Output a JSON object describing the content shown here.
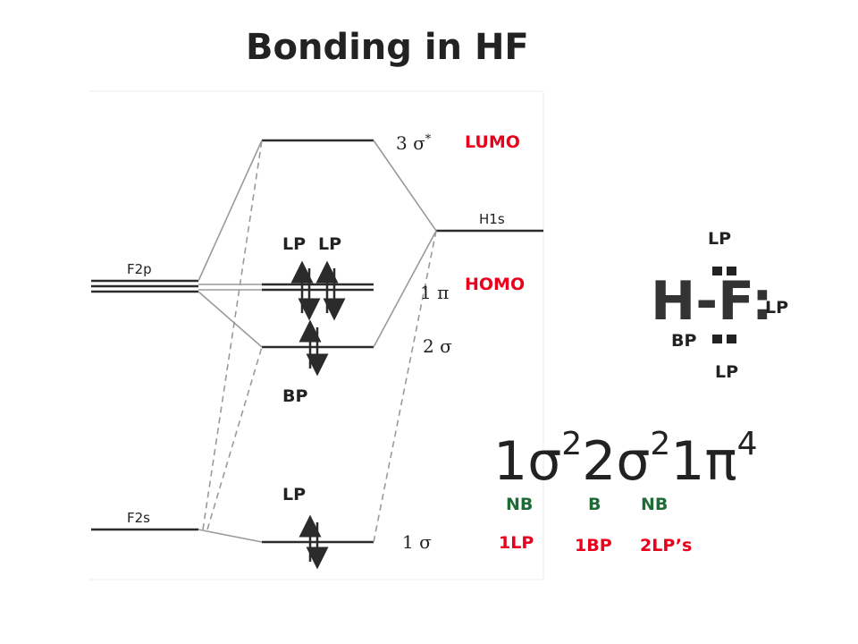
{
  "title": "Bonding in HF",
  "diagram": {
    "atomic_orbitals": {
      "f2p": "F2p",
      "f2s": "F2s",
      "h1s": "H1s"
    },
    "mo_symbols": {
      "sigma3": {
        "num": "3",
        "sym": "σ",
        "sup": "*"
      },
      "pi1": {
        "num": "1",
        "sym": "π"
      },
      "sigma2": {
        "num": "2",
        "sym": "σ"
      },
      "sigma1": {
        "num": "1",
        "sym": "σ"
      }
    },
    "frontier": {
      "lumo": "LUMO",
      "homo": "HOMO"
    },
    "pair_labels": {
      "lp_a": "LP",
      "lp_b": "LP",
      "bp": "BP",
      "lp_2s": "LP"
    }
  },
  "lewis": {
    "formula": "H-F",
    "colon": ":",
    "lp_top": "LP",
    "lp_right": "LP",
    "bp": "BP",
    "lp_bottom": "LP"
  },
  "configuration": {
    "terms": [
      {
        "num": "1",
        "sym": "σ",
        "exp": "2"
      },
      {
        "num": "2",
        "sym": "σ",
        "exp": "2"
      },
      {
        "num": "1",
        "sym": "π",
        "exp": "4"
      }
    ],
    "character": [
      "NB",
      "B",
      "NB"
    ],
    "pairs": [
      "1LP",
      "1BP",
      "2LP’s"
    ]
  },
  "colors": {
    "red": "#e8001c",
    "green": "#1e6b35",
    "text": "#222222",
    "line": "#2b2b2b",
    "connector": "#9a9a9a"
  }
}
